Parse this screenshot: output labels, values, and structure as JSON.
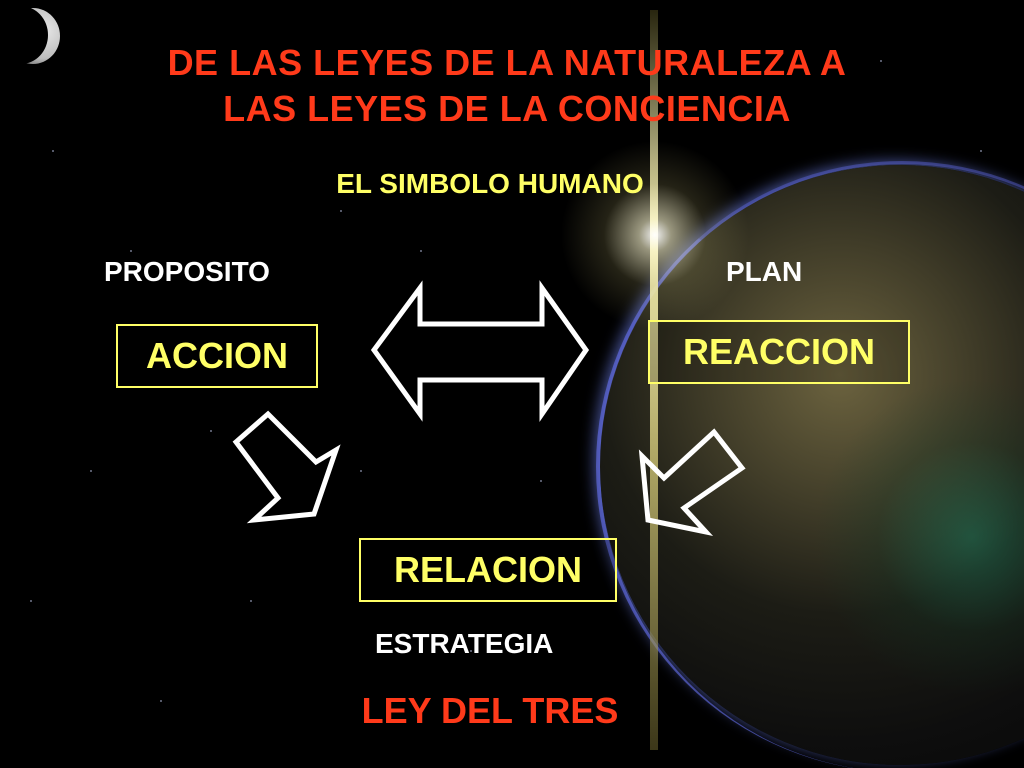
{
  "title": {
    "line1": "DE LAS LEYES DE LA NATURALEZA A",
    "line2": "LAS LEYES DE LA CONCIENCIA"
  },
  "subtitle": "EL SIMBOLO HUMANO",
  "labels": {
    "left": "PROPOSITO",
    "right": "PLAN",
    "bottom": "ESTRATEGIA"
  },
  "boxes": {
    "accion": "ACCION",
    "reaccion": "REACCION",
    "relacion": "RELACION"
  },
  "footer": "LEY DEL TRES",
  "colors": {
    "title": "#ff3a1a",
    "subtitle": "#ffff66",
    "box_border": "#ffff66",
    "labels": "#ffffff",
    "arrows": "#ffffff"
  },
  "icons": {
    "double_arrow": "double-headed-arrow-icon",
    "down_right_arrow": "arrow-down-right-icon",
    "down_left_arrow": "arrow-down-left-icon"
  }
}
